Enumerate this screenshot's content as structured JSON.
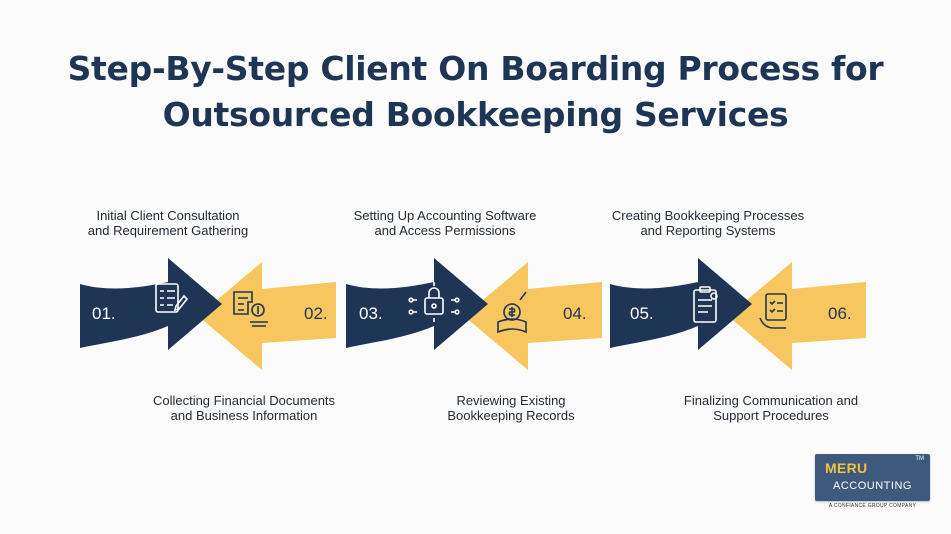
{
  "title": {
    "line1": "Step-By-Step Client On Boarding Process for",
    "line2": "Outsourced Bookkeeping Services"
  },
  "colors": {
    "navy": "#1f3556",
    "yellow": "#f7c65e",
    "text": "#232b36"
  },
  "steps": [
    {
      "number": "01.",
      "line1": "Initial Client Consultation",
      "line2": "and Requirement Gathering",
      "icon": "document-checklist-icon"
    },
    {
      "number": "02.",
      "line1": "Collecting Financial Documents",
      "line2": "and Business Information",
      "icon": "invoice-coins-icon"
    },
    {
      "number": "03.",
      "line1": "Setting Up Accounting Software",
      "line2": "and Access Permissions",
      "icon": "secure-access-icon"
    },
    {
      "number": "04.",
      "line1": "Reviewing Existing",
      "line2": "Bookkeeping Records",
      "icon": "ledger-book-icon"
    },
    {
      "number": "05.",
      "line1": "Creating Bookkeeping Processes",
      "line2": "and Reporting Systems",
      "icon": "clipboard-report-icon"
    },
    {
      "number": "06.",
      "line1": "Finalizing Communication and",
      "line2": "Support Procedures",
      "icon": "clipboard-checklist-icon"
    }
  ],
  "logo": {
    "brand": "MERU",
    "name": "ACCOUNTING",
    "tm": "TM",
    "tagline": "A CONFIANCE GROUP COMPANY"
  }
}
